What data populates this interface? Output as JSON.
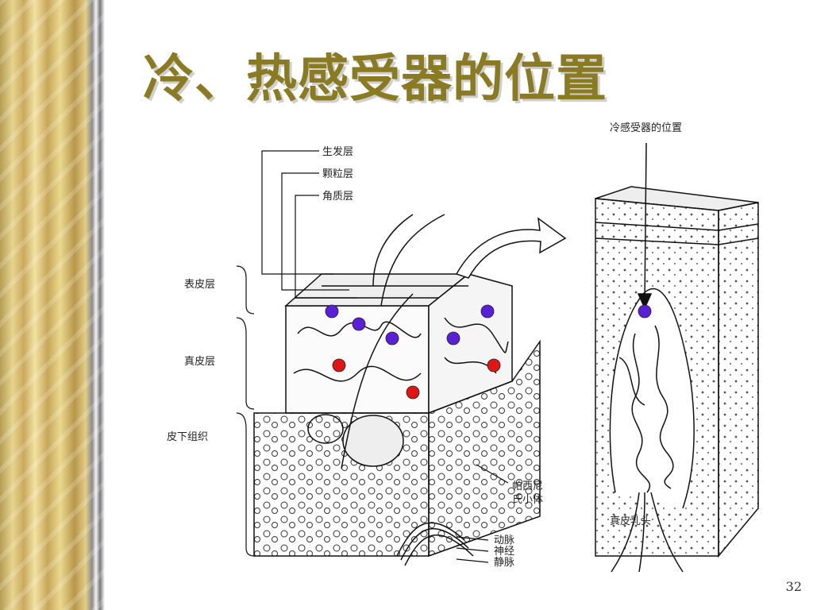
{
  "slide": {
    "title": "冷、热感受器的位置",
    "page_number": "32"
  },
  "left_figure": {
    "top_labels": [
      "生发层",
      "颗粒层",
      "角质层"
    ],
    "layer_labels": [
      "表皮层",
      "真皮层",
      "皮下组织"
    ],
    "bottom_labels": [
      "帕西尼\n氏小体",
      "动脉",
      "神经",
      "静脉"
    ]
  },
  "right_figure": {
    "title": "冷感受器的位置",
    "bottom_label": "真皮乳头"
  },
  "markers": {
    "cold_color": "#5a1fd6",
    "warm_color": "#e01515"
  }
}
